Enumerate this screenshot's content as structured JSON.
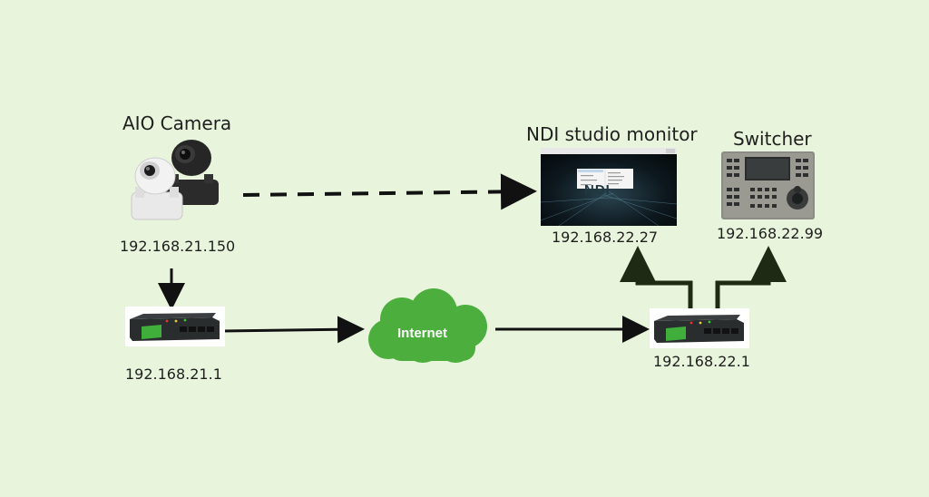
{
  "nodes": {
    "camera": {
      "title": "AIO Camera",
      "ip": "192.168.21.150"
    },
    "router_left": {
      "ip": "192.168.21.1"
    },
    "internet": {
      "label": "Internet"
    },
    "router_right": {
      "ip": "192.168.22.1"
    },
    "monitor": {
      "title": "NDI studio monitor",
      "ip": "192.168.22.27",
      "logo": "NDI"
    },
    "switcher": {
      "title": "Switcher",
      "ip": "192.168.22.99"
    }
  },
  "edges": [
    {
      "from": "camera",
      "to": "router_left",
      "style": "solid"
    },
    {
      "from": "router_left",
      "to": "internet",
      "style": "solid"
    },
    {
      "from": "internet",
      "to": "router_right",
      "style": "solid"
    },
    {
      "from": "router_right",
      "to": "monitor",
      "style": "solid"
    },
    {
      "from": "router_right",
      "to": "switcher",
      "style": "solid"
    },
    {
      "from": "camera",
      "to": "monitor",
      "style": "dashed"
    }
  ],
  "colors": {
    "background": "#e8f5dc",
    "cloud": "#4caf3d",
    "router_body": "#2a2d2e",
    "router_accent": "#3fae3a",
    "arrow": "#111111",
    "up_arrow": "#1e2a14"
  }
}
